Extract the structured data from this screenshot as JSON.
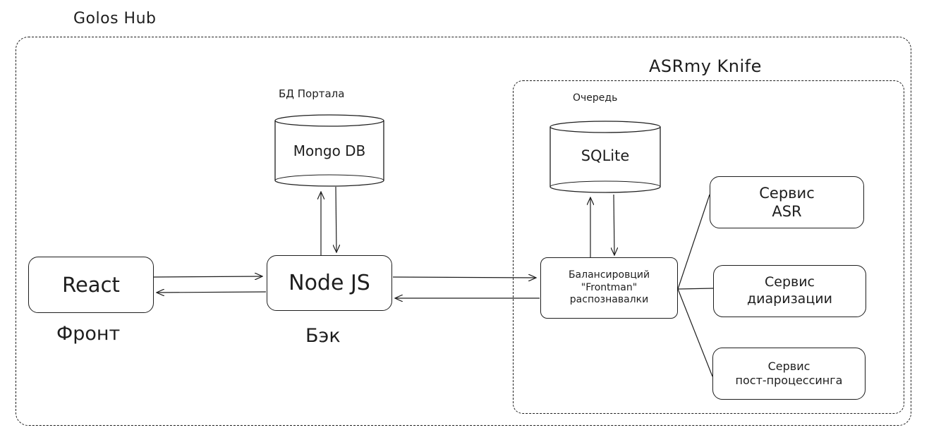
{
  "groups": {
    "golos_hub": {
      "title": "Golos Hub"
    },
    "asrmy_knife": {
      "title": "ASRmy Knife"
    }
  },
  "nodes": {
    "react": {
      "label": "React",
      "caption": "Фронт"
    },
    "node_js": {
      "label": "Node JS",
      "caption": "Бэк"
    },
    "balancer": {
      "line1": "Балансировций",
      "line2": "\"Frontman\"",
      "line3": "распознавалки"
    },
    "asr_service": {
      "line1": "Сервис",
      "line2": "ASR"
    },
    "diarization_service": {
      "line1": "Сервис",
      "line2": "диаризации"
    },
    "postprocessing_service": {
      "line1": "Сервис",
      "line2": "пост-процессинга"
    }
  },
  "databases": {
    "mongo": {
      "label": "Mongo DB",
      "caption": "БД Портала"
    },
    "sqlite": {
      "label": "SQLite",
      "caption": "Очередь"
    }
  },
  "colors": {
    "stroke": "#1e1e1e",
    "background": "#ffffff"
  }
}
